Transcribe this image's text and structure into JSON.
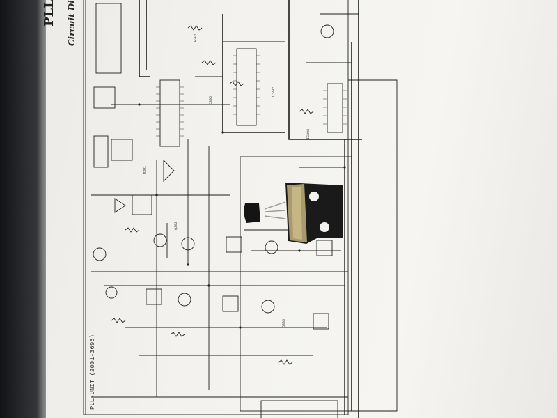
{
  "header": {
    "title": "PLL U",
    "subtitle": "Circuit Di"
  },
  "schematic": {
    "unit_label": "PLL-UNIT (2001-3695)"
  },
  "colors": {
    "paper": "#f3f2ee",
    "ink": "#1e1e1e",
    "pcb": "#1a1a1a",
    "tape": "#b8a878"
  }
}
